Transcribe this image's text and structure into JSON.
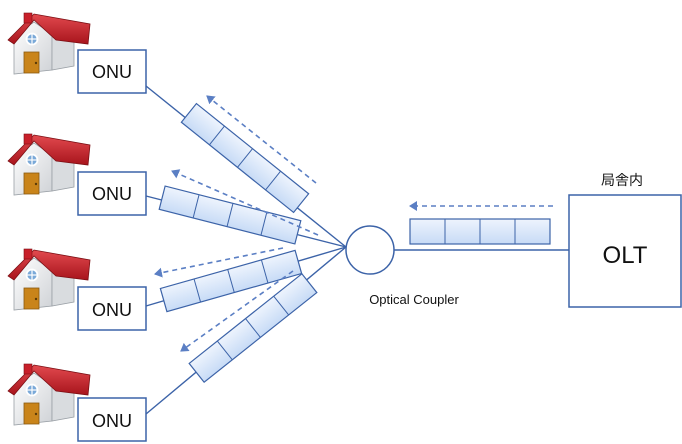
{
  "onu_label": "ONU",
  "coupler_label": "Optical Coupler",
  "olt_label": "OLT",
  "olt_location_label": "局舎内",
  "colors": {
    "box_stroke": "#3c63a8",
    "line": "#3c63a8",
    "frame_fill": "#dbe8fb",
    "frame_stroke": "#3c63a8",
    "arrow": "#5b7fc4",
    "roof": "#c8202a",
    "house_wall": "#f0f0ee",
    "door": "#c9841a"
  },
  "icons": {
    "house": "house-icon",
    "arrow": "dashed-arrow-icon"
  }
}
